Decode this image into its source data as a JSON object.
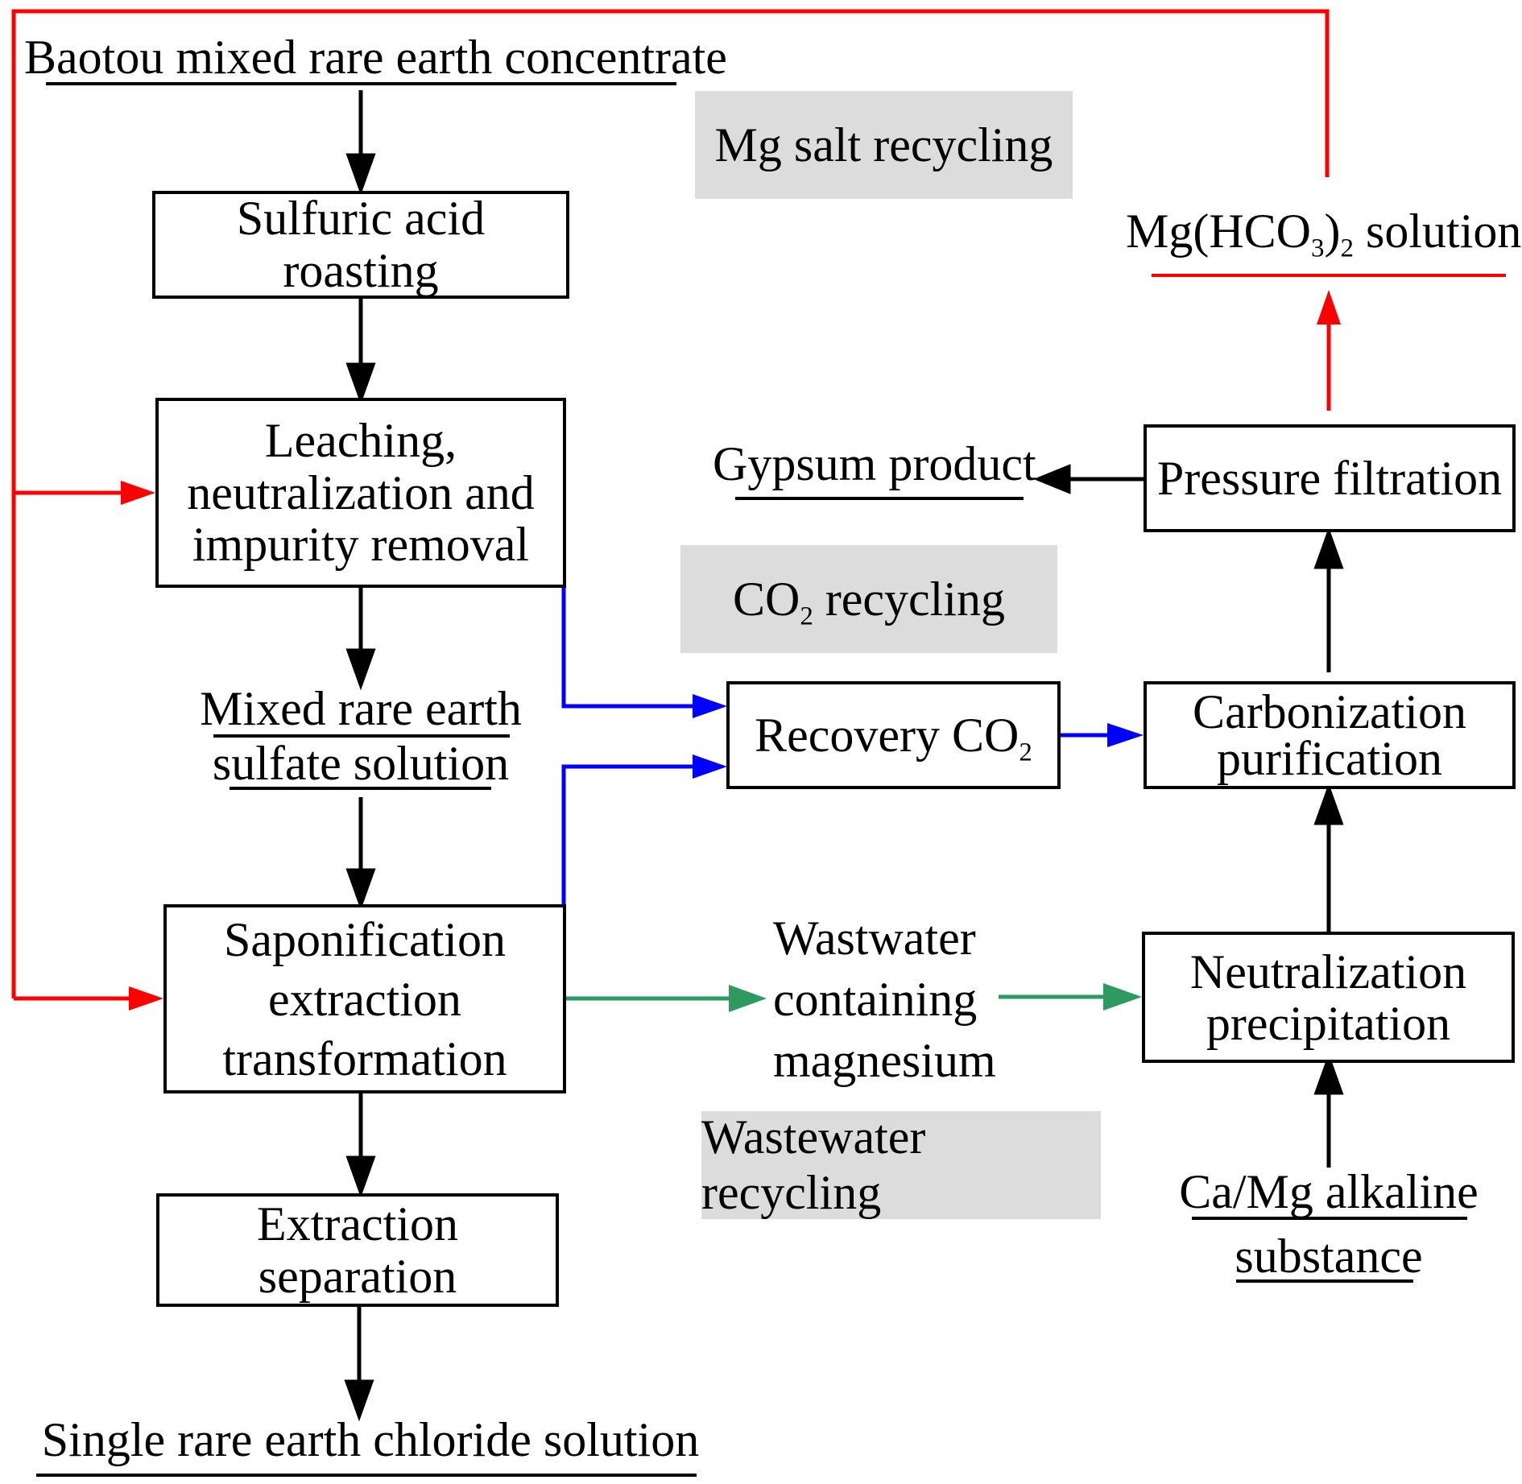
{
  "nodes": {
    "baotou": "Baotou mixed rare earth concentrate",
    "roasting": "Sulfuric acid roasting",
    "leaching": [
      "Leaching,",
      "neutralization and",
      "impurity removal"
    ],
    "mixed_sulfate": [
      "Mixed rare earth",
      "sulfate solution"
    ],
    "saponification": [
      "Saponification",
      "extraction",
      "transformation"
    ],
    "extraction_sep": [
      "Extraction",
      "separation"
    ],
    "single_chloride": "Single rare earth chloride solution",
    "recovery_co2": {
      "text": "Recovery CO",
      "sub": "2"
    },
    "carbonization": [
      "Carbonization",
      "purification"
    ],
    "pressure_filtration": "Pressure filtration",
    "gypsum": "Gypsum product",
    "mg_solution": {
      "pre": "Mg(HCO",
      "sub1": "3",
      "mid": ")",
      "sub2": "2",
      "post": " solution"
    },
    "wastewater": [
      "Wastwater",
      "containing",
      "magnesium"
    ],
    "neutralization": [
      "Neutralization",
      "precipitation"
    ],
    "ca_mg": [
      "Ca/Mg alkaline",
      "substance"
    ]
  },
  "regions": {
    "mg_salt": "Mg salt recycling",
    "co2": {
      "pre": "CO",
      "sub": "2",
      "post": " recycling"
    },
    "wastewater": "Wastewater recycling"
  },
  "colors": {
    "black": "#000000",
    "red": "#ff0000",
    "blue": "#0000ff",
    "green": "#2e9a60",
    "region_fill": "#dcdcdc"
  }
}
